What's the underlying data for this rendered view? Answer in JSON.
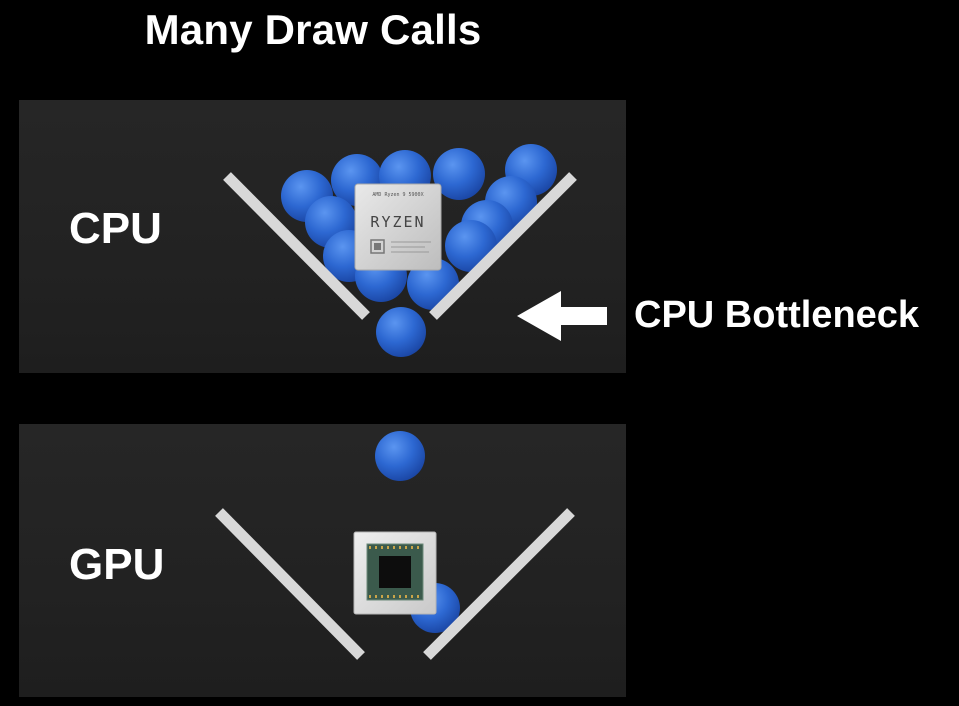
{
  "title": "Many Draw Calls",
  "panels": {
    "cpu": {
      "label": "CPU",
      "chip_brand": "RYZEN",
      "chip_top_text": "AMD Ryzen 9 5900X"
    },
    "gpu": {
      "label": "GPU"
    }
  },
  "callout": {
    "text": "CPU Bottleneck"
  },
  "colors": {
    "background": "#000000",
    "panel": "#232323",
    "ball": "#2f6fd6",
    "funnel": "#d8d8d8"
  }
}
